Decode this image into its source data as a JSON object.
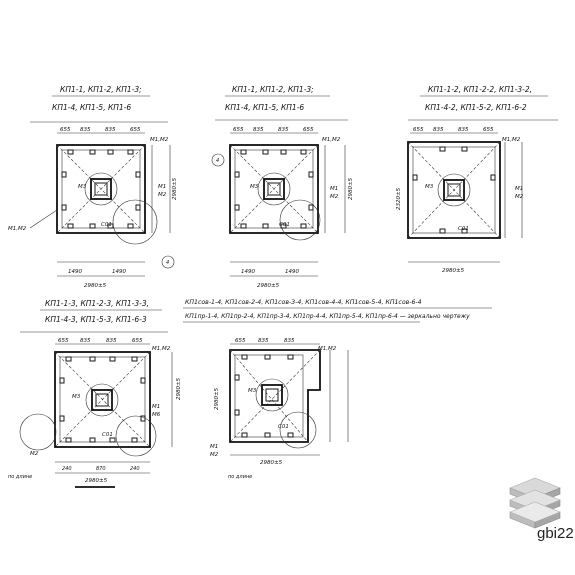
{
  "blocks": [
    {
      "title1": "КП1-1, КП1-2, КП1-3;",
      "title2": "КП1-4, КП1-5, КП1-6",
      "dims_top": [
        "655",
        "835",
        "835",
        "655"
      ],
      "dims_bottom": [
        "1490",
        "1490"
      ],
      "total": "2980±5",
      "side_total": "2980±5",
      "labels": {
        "m12": "М1,М2",
        "m3": "М3",
        "m1": "М1",
        "m2": "М2",
        "c01": "С01",
        "side": "М1,М2",
        "mark": "4"
      }
    },
    {
      "title1": "КП1-1, КП1-2, КП1-3;",
      "title2": "КП1-4, КП1-5, КП1-6",
      "dims_top": [
        "655",
        "835",
        "835",
        "655"
      ],
      "dims_bottom": [
        "1490",
        "1490"
      ],
      "total": "2980±5",
      "side_total": "2980±5",
      "labels": {
        "m12": "М1,М2",
        "m3": "М3",
        "m1": "М1",
        "m2": "М2",
        "c01": "С01",
        "mark": "4"
      }
    },
    {
      "title1": "КП1-1-2, КП1-2-2, КП1-3-2,",
      "title2": "КП1-4-2, КП1-5-2, КП1-6-2",
      "dims_top": [
        "655",
        "835",
        "835",
        "655"
      ],
      "dims_bottom": [],
      "total": "2980±5",
      "side_total": "2320±5",
      "labels": {
        "m12": "М1,М2",
        "m3": "М3",
        "m1": "М1",
        "m2": "М2",
        "c01": "С01"
      }
    },
    {
      "title1": "КП1-1-3, КП1-2-3, КП1-3-3,",
      "title2": "КП1-4-3, КП1-5-3, КП1-6-3",
      "dims_top": [
        "655",
        "835",
        "835",
        "655"
      ],
      "dims_bottom": [
        "240",
        "870",
        "240"
      ],
      "total": "2980±5",
      "side_total": "2980±5",
      "labels": {
        "m12": "М1,М2",
        "m3": "М3",
        "m1": "М1",
        "m2": "М2",
        "c01": "С01",
        "m6": "М6",
        "note": "по длине"
      }
    },
    {
      "title1": "КП1сов-1-4, КП1сов-2-4, КП1сов-3-4, КП1сов-4-4, КП1сов-5-4, КП1сов-6-4",
      "title2": "КП1пр-1-4, КП1пр-2-4, КП1пр-3-4, КП1пр-4-4, КП1пр-5-4, КП1пр-6-4 — зеркально чертежу",
      "dims_top": [
        "655",
        "835",
        "835"
      ],
      "dims_bottom": [],
      "total": "2980±5",
      "side_total": "2980±5",
      "labels": {
        "m12": "М1,М2",
        "m3": "М3",
        "m1": "М1",
        "m2": "М2",
        "c01": "С01",
        "note": "по длине"
      }
    }
  ],
  "watermark": "gbi22.ru"
}
